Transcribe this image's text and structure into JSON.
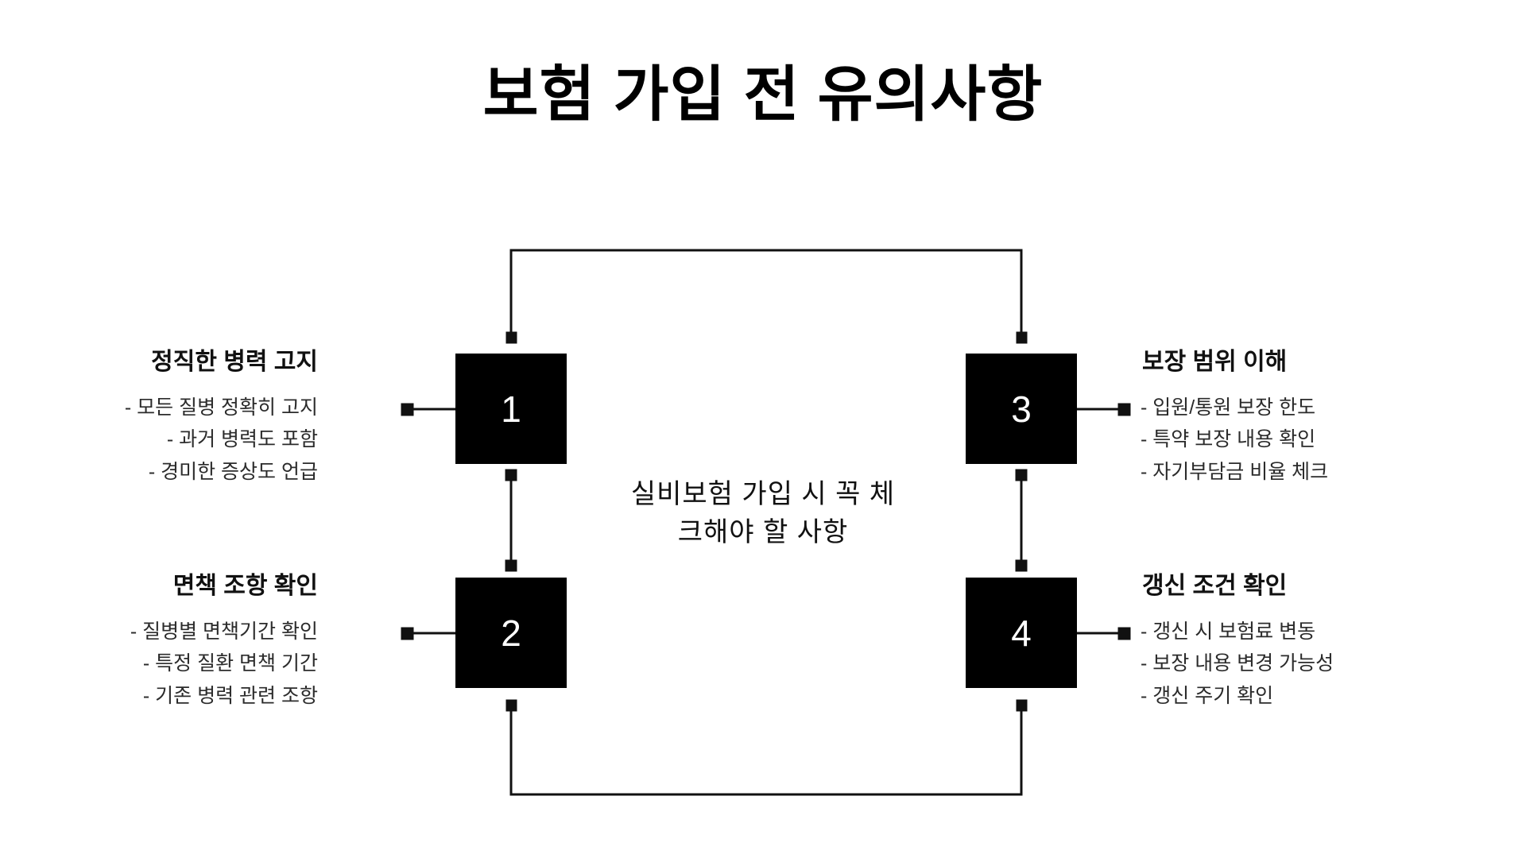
{
  "page": {
    "title": "보험 가입 전 유의사항",
    "background_color": "#ffffff",
    "node_color": "#000000",
    "node_text_color": "#ffffff",
    "connector_color": "#111111"
  },
  "center": {
    "caption": "실비보험 가입 시 꼭 체크해야 할 사항",
    "caption_line_1": "실비보험 가입 시 꼭 체",
    "caption_line_2": "크해야 할 사항"
  },
  "nodes": [
    {
      "number": "1",
      "side": "left",
      "heading": "정직한 병력 고지",
      "bullets": [
        "- 모든 질병 정확히 고지",
        "- 과거 병력도 포함",
        "- 경미한 증상도 언급"
      ]
    },
    {
      "number": "2",
      "side": "left",
      "heading": "면책 조항 확인",
      "bullets": [
        "- 질병별 면책기간 확인",
        "- 특정 질환 면책 기간",
        "- 기존 병력 관련 조항"
      ]
    },
    {
      "number": "3",
      "side": "right",
      "heading": "보장 범위 이해",
      "bullets": [
        "- 입원/통원 보장 한도",
        "- 특약 보장 내용 확인",
        "- 자기부담금 비율 체크"
      ]
    },
    {
      "number": "4",
      "side": "right",
      "heading": "갱신 조건 확인",
      "bullets": [
        "- 갱신 시 보험료 변동",
        "- 보장 내용 변경 가능성",
        "- 갱신 주기 확인"
      ]
    }
  ],
  "connectors": {
    "top_bridge": "1-3",
    "bottom_bridge": "2-4",
    "left_vertical": "1-2",
    "right_vertical": "3-4",
    "label_connector_1": "box-1-to-label-1",
    "label_connector_2": "box-2-to-label-2",
    "label_connector_3": "box-3-to-label-3",
    "label_connector_4": "box-4-to-label-4"
  }
}
